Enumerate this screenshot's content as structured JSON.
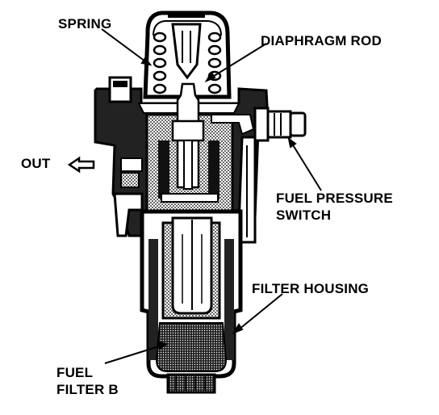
{
  "diagram": {
    "labels": {
      "spring": "SPRING",
      "diaphragm_rod": "DIAPHRAGM ROD",
      "out": "OUT",
      "fuel_pressure_switch_line1": "FUEL PRESSURE",
      "fuel_pressure_switch_line2": "SWITCH",
      "filter_housing": "FILTER HOUSING",
      "fuel_filter_b_line1": "FUEL",
      "fuel_filter_b_line2": "FILTER B"
    },
    "colors": {
      "ink": "#000000",
      "paper": "#ffffff",
      "shade": "#2a2a2a"
    }
  }
}
